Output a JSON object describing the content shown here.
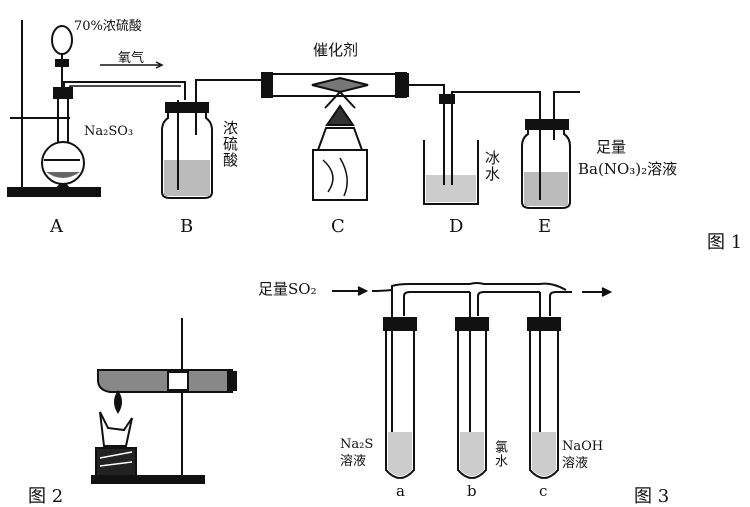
{
  "figure1": {
    "acid": "70%浓硫酸",
    "oxygen": "氧气",
    "reactant": "Na₂SO₃",
    "conc_h2so4": "浓硫酸",
    "catalyst": "催化剂",
    "ice_water": "冰水",
    "excess": "足量",
    "barium": "Ba(NO₃)₂溶液",
    "labels": [
      "A",
      "B",
      "C",
      "D",
      "E"
    ],
    "caption": "图 1"
  },
  "figure2": {
    "caption": "图 2"
  },
  "figure3": {
    "so2_in": "足量SO₂",
    "tube_a_reagent": "Na₂S",
    "tube_a_solution": "溶液",
    "tube_b_reagent": "氯水",
    "tube_c_reagent": "NaOH",
    "tube_c_solution": "溶液",
    "labels": [
      "a",
      "b",
      "c"
    ],
    "caption": "图 3"
  }
}
